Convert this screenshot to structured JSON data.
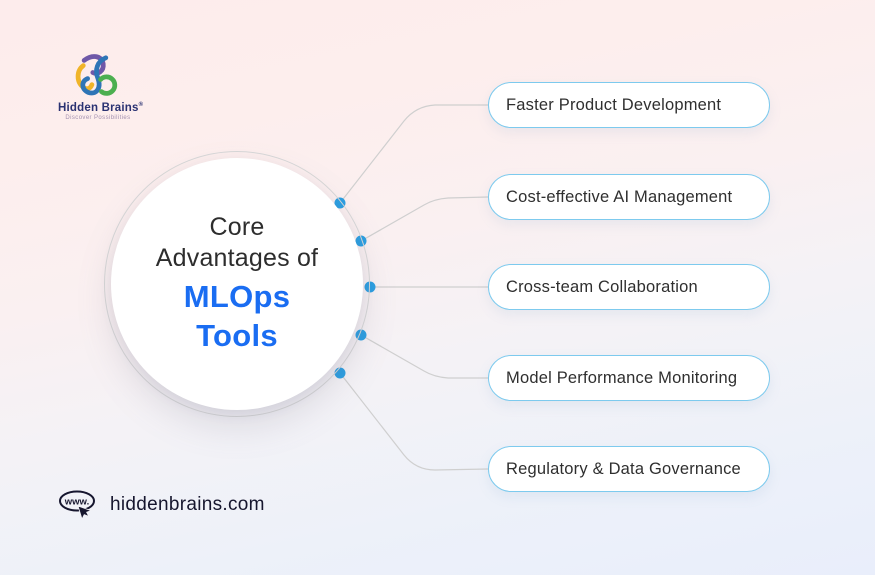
{
  "brand": {
    "name": "Hidden Brains",
    "registered_mark": "®",
    "tagline": "Discover Possibilities"
  },
  "center": {
    "title_line1": "Core",
    "title_line2": "Advantages of",
    "highlight_line1": "MLOps",
    "highlight_line2": "Tools"
  },
  "advantages": [
    {
      "label": "Faster Product Development"
    },
    {
      "label": "Cost-effective AI Management"
    },
    {
      "label": "Cross-team Collaboration"
    },
    {
      "label": "Model Performance Monitoring"
    },
    {
      "label": "Regulatory & Data Governance"
    }
  ],
  "footer": {
    "www_label": "www.",
    "website": "hiddenbrains.com"
  },
  "colors": {
    "highlight_blue": "#1a6df2",
    "dot_blue": "#2b9fe2",
    "pill_border": "#7dcaee",
    "connector_gray": "#cfcfcf",
    "heading_dark": "#2d2d2d",
    "logo_navy": "#2a3272"
  }
}
